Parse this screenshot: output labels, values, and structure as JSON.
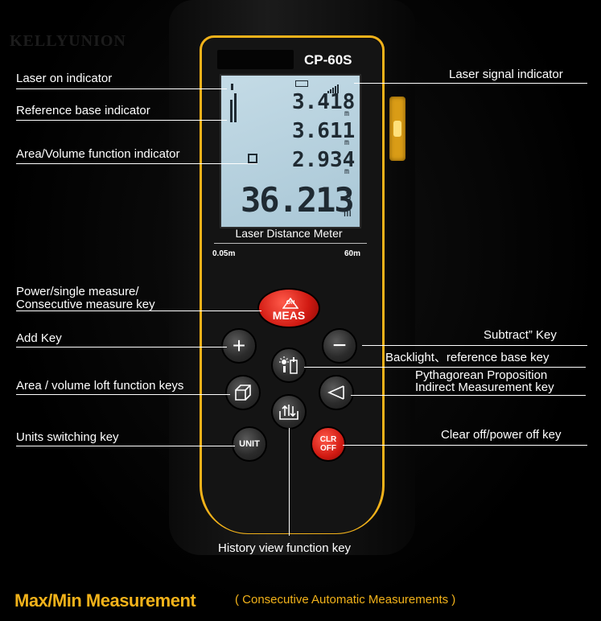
{
  "watermark": "KELLYUNION",
  "device": {
    "model": "CP-60S",
    "lcd": {
      "line1": "3.418",
      "line2": "3.611",
      "line3": "2.934",
      "main": "36.213",
      "unit_small": "m",
      "unit_main_top": "3",
      "unit_main_bottom": "m"
    },
    "caption": "Laser Distance Meter",
    "range_min": "0.05m",
    "range_max": "60m",
    "keys": {
      "meas_on": "ON",
      "meas": "MEAS",
      "plus": "+",
      "minus": "−",
      "unit": "UNIT",
      "clr_line1": "CLR",
      "clr_line2": "OFF"
    }
  },
  "callouts": {
    "laser_on": "Laser on indicator",
    "reference_base": "Reference base  indicator",
    "area_volume_indicator": "Area/Volume function indicator",
    "power_line1": "Power/single measure/",
    "power_line2": "Consecutive measure key",
    "add_key": "Add Key",
    "area_volume_keys": "Area / volume loft function keys",
    "units_key": "Units switching key",
    "history_key": "History view function key",
    "laser_signal": "Laser signal indicator",
    "subtract_key": "Subtract”  Key",
    "backlight_key": "Backlight、reference base key",
    "pythagorean_line1": "Pythagorean Proposition",
    "pythagorean_line2": "Indirect Measurement key",
    "clear_key": "Clear off/power off key"
  },
  "footer": {
    "title": "Max/Min Measurement",
    "subtitle": "( Consecutive Automatic Measurements )"
  },
  "colors": {
    "accent": "#f2b21a",
    "key_red": "#d11a12",
    "lcd_bg": "#b9d4e0"
  }
}
